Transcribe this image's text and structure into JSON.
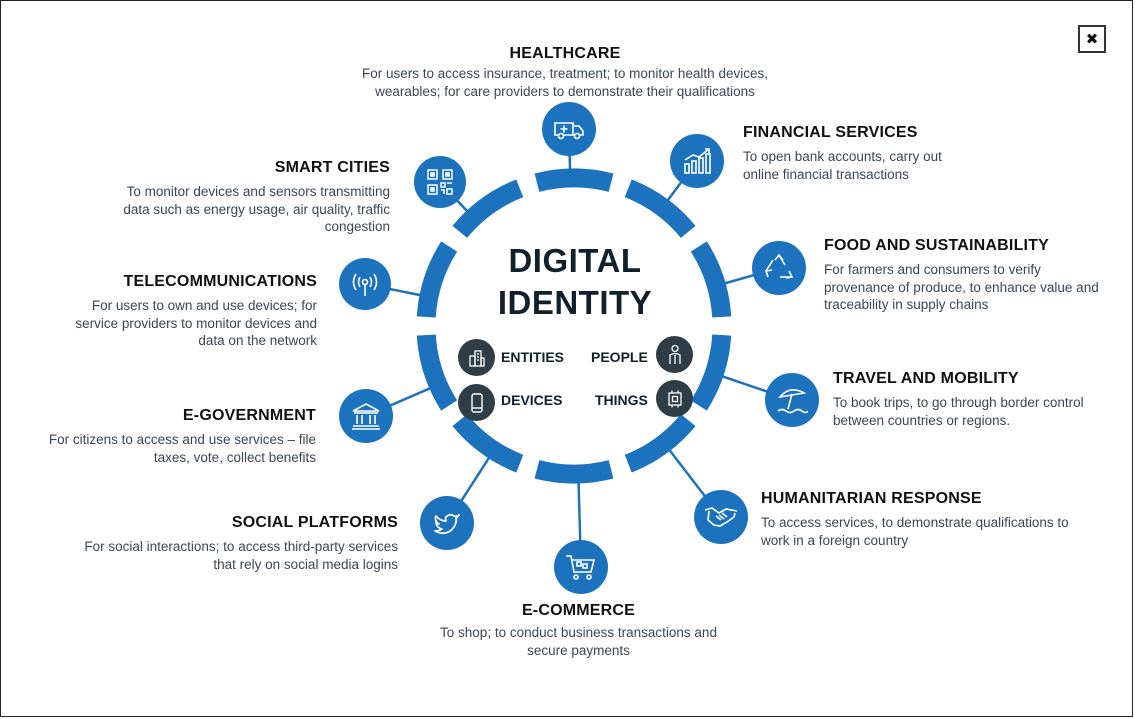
{
  "diagram": {
    "title_line1": "DIGITAL",
    "title_line2": "IDENTITY",
    "core": [
      {
        "label": "ENTITIES",
        "icon": "building-icon"
      },
      {
        "label": "PEOPLE",
        "icon": "person-icon"
      },
      {
        "label": "DEVICES",
        "icon": "smartphone-icon"
      },
      {
        "label": "THINGS",
        "icon": "chip-icon"
      }
    ],
    "sectors": [
      {
        "title": "HEALTHCARE",
        "desc": "For users to access insurance, treatment; to monitor health devices, wearables; for care providers to demonstrate their qualifications",
        "icon": "ambulance-icon"
      },
      {
        "title": "FINANCIAL SERVICES",
        "desc": "To open bank accounts, carry out online financial transactions",
        "icon": "chart-icon"
      },
      {
        "title": "FOOD AND SUSTAINABILITY",
        "desc": "For farmers and consumers to verify provenance of produce, to enhance value and traceability in supply chains",
        "icon": "recycle-icon"
      },
      {
        "title": "TRAVEL AND MOBILITY",
        "desc": "To book trips, to go through border control between countries or regions.",
        "icon": "beach-umbrella-icon"
      },
      {
        "title": "HUMANITARIAN RESPONSE",
        "desc": "To access services, to demonstrate qualifications to work in a foreign country",
        "icon": "handshake-icon"
      },
      {
        "title": "E-COMMERCE",
        "desc": "To shop; to conduct business transactions and secure payments",
        "icon": "shopping-cart-icon"
      },
      {
        "title": "SOCIAL PLATFORMS",
        "desc": "For social interactions; to access third-party services that rely on social media logins",
        "icon": "bird-icon"
      },
      {
        "title": "E-GOVERNMENT",
        "desc": "For citizens to access and use services – file taxes, vote, collect benefits",
        "icon": "government-building-icon"
      },
      {
        "title": "TELECOMMUNICATIONS",
        "desc": "For users to own and use devices; for service providers to monitor devices and data on the network",
        "icon": "antenna-icon"
      },
      {
        "title": "SMART CITIES",
        "desc": "To monitor devices and sensors transmitting data such as energy usage, air quality, traffic congestion",
        "icon": "qr-code-icon"
      }
    ],
    "colors": {
      "accent": "#1c72bd",
      "core_icon_bg": "#2e3d46",
      "text": "#12202e"
    }
  },
  "close_button": {
    "label": "✖"
  }
}
